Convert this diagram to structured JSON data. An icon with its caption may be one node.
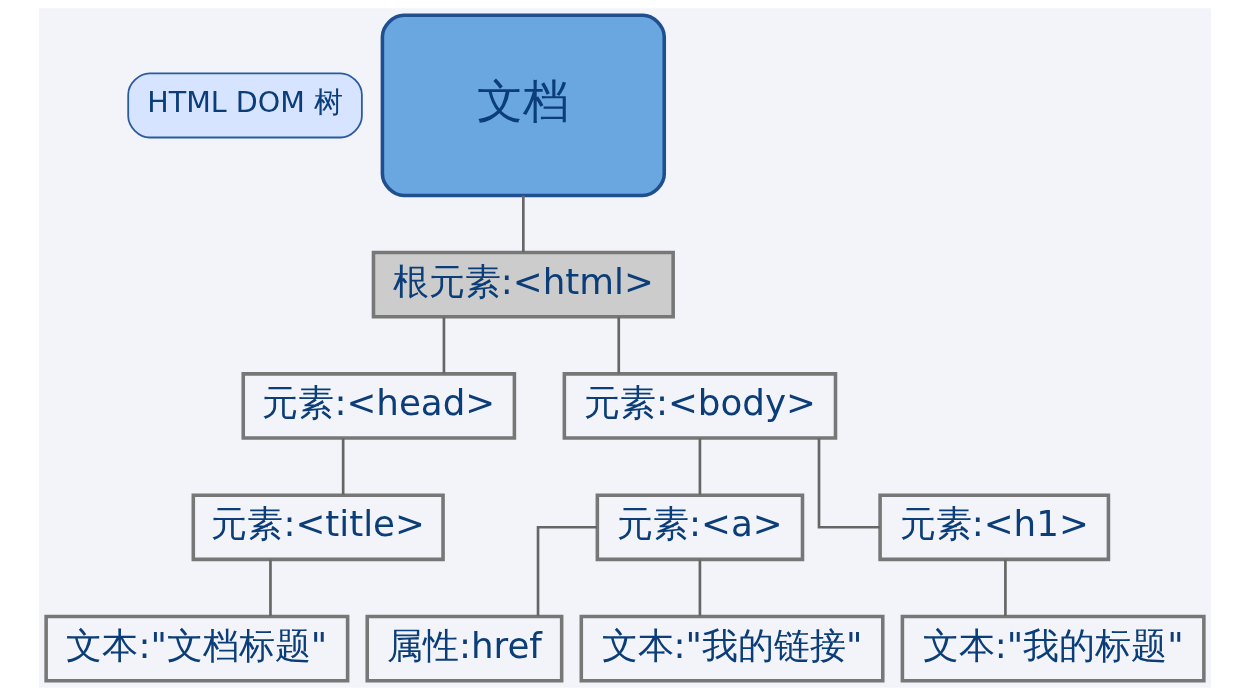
{
  "diagram": {
    "nodes": [
      {
        "text": [
          "HTML DOM 树"
        ]
      },
      {
        "text": [
          "文档"
        ]
      },
      {
        "text": [
          "根元素:<html>"
        ]
      },
      {
        "text": [
          "元素:<head>"
        ]
      },
      {
        "text": [
          "元素:<body>"
        ]
      },
      {
        "text": [
          "元素:<title>"
        ]
      },
      {
        "text": [
          "元素:<a>"
        ]
      },
      {
        "text": [
          "元素:<h1>"
        ]
      },
      {
        "text": [
          "文本:\"文档标题\""
        ]
      },
      {
        "text": [
          "属性:href"
        ]
      },
      {
        "text": [
          "文本:\"我的链接\""
        ]
      },
      {
        "text": [
          "文本:\"我的标题\""
        ]
      }
    ],
    "edges": [
      {
        "from": 1,
        "to": 2,
        "arrow": "none"
      },
      {
        "from": 2,
        "to": 3,
        "arrow": "none"
      },
      {
        "from": 2,
        "to": 4,
        "arrow": "none"
      },
      {
        "from": 3,
        "to": 5,
        "arrow": "none"
      },
      {
        "from": 4,
        "to": 6,
        "arrow": "none"
      },
      {
        "from": 4,
        "to": 7,
        "arrow": "none"
      },
      {
        "from": 5,
        "to": 8,
        "arrow": "none"
      },
      {
        "from": 6,
        "to": 9,
        "arrow": "none"
      },
      {
        "from": 6,
        "to": 10,
        "arrow": "none"
      },
      {
        "from": 7,
        "to": 11,
        "arrow": "none"
      }
    ]
  }
}
